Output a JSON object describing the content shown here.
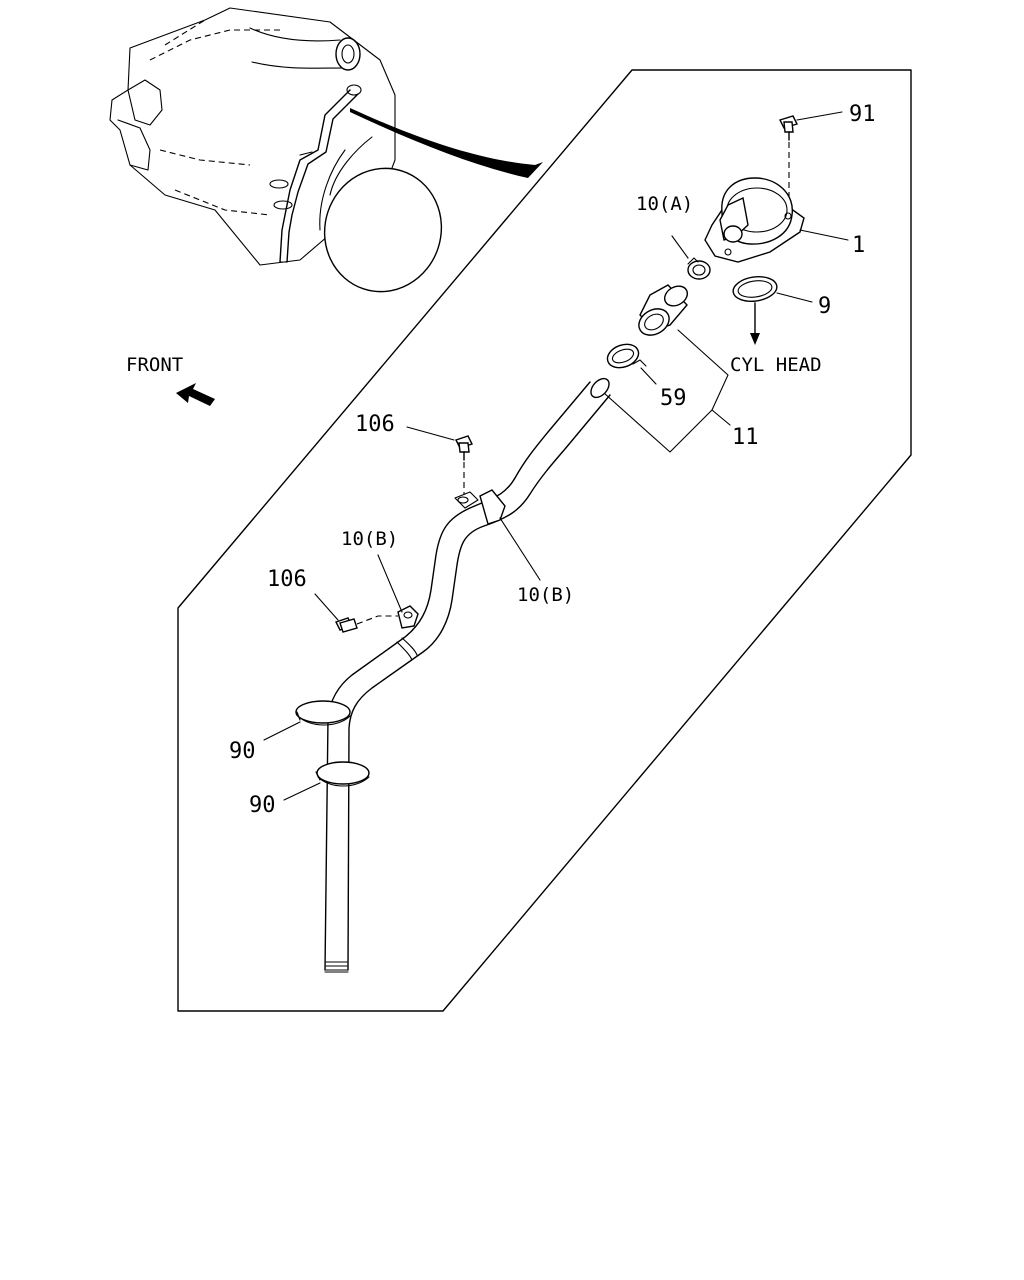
{
  "labels": {
    "front": "FRONT",
    "cyl_head": "CYL HEAD",
    "p91": "91",
    "p1": "1",
    "p9": "9",
    "p10a": "10(A)",
    "p59": "59",
    "p11": "11",
    "p106_top": "106",
    "p106_left": "106",
    "p10b_left": "10(B)",
    "p10b_right": "10(B)",
    "p90_top": "90",
    "p90_bottom": "90"
  }
}
